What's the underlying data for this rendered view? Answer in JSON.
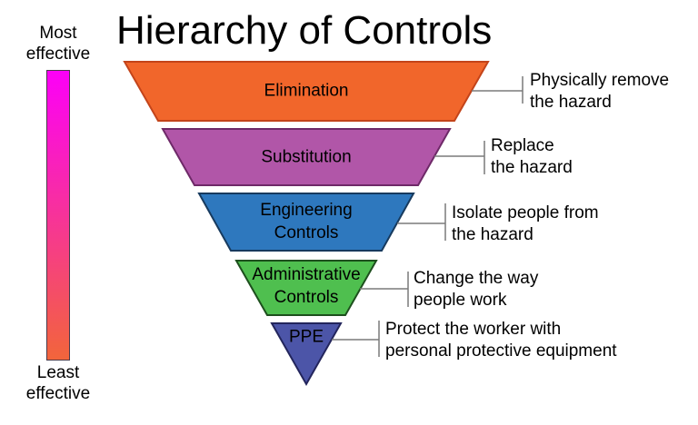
{
  "title": "Hierarchy of Controls",
  "effectiveness_scale": {
    "top_label": "Most effective",
    "bottom_label": "Least effective",
    "gradient_top_color": "#FC00F8",
    "gradient_bottom_color": "#F2653B"
  },
  "funnel": {
    "levels": [
      {
        "name": "elimination",
        "label": "Elimination",
        "fill_color": "#F1662B",
        "border_color": "#C3441A",
        "annotation_lines": [
          "Physically remove",
          "the hazard"
        ]
      },
      {
        "name": "substitution",
        "label": "Substitution",
        "fill_color": "#B156A8",
        "border_color": "#6E2968",
        "annotation_lines": [
          "Replace",
          "the hazard"
        ]
      },
      {
        "name": "engineering-controls",
        "label": "Engineering Controls",
        "fill_color": "#2E78BE",
        "border_color": "#173A5E",
        "annotation_lines": [
          "Isolate people from",
          "the hazard"
        ]
      },
      {
        "name": "administrative-controls",
        "label": "Administrative Controls",
        "fill_color": "#4FBF4F",
        "border_color": "#1D4F1D",
        "annotation_lines": [
          "Change the way",
          "people work"
        ]
      },
      {
        "name": "ppe",
        "label": "PPE",
        "fill_color": "#4C55A8",
        "border_color": "#23255C",
        "annotation_lines": [
          "Protect the worker with",
          "personal protective equipment"
        ]
      }
    ]
  },
  "connector_color": "#7A7A7A",
  "text_color": "#000000"
}
